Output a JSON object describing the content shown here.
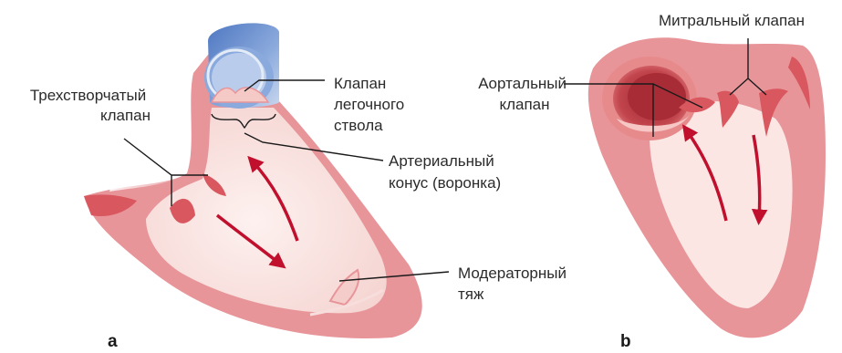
{
  "colors": {
    "wall_outer": "#e8959a",
    "wall_inner": "#f6d3d1",
    "cavity": "#fbe9e7",
    "dark_tissue": "#d9575f",
    "arrow": "#c0102e",
    "pulmonary_vessel": "#6f93d0",
    "pulmonary_inner": "#a9c0e6",
    "aorta": "#d9656b",
    "aorta_inner": "#b3303b",
    "leader_line": "#1a1a1a",
    "text": "#2b2b2b"
  },
  "panel_a": {
    "letter": "a",
    "labels": {
      "tricuspid_valve": [
        "Трехстворчатый",
        "клапан"
      ],
      "pulmonary_valve": [
        "Клапан",
        "легочного",
        "ствола"
      ],
      "arterial_cone": [
        "Артериальный",
        "конус (воронка)"
      ],
      "moderator_band": [
        "Модераторный",
        "тяж"
      ]
    }
  },
  "panel_b": {
    "letter": "b",
    "labels": {
      "mitral_valve": "Митральный клапан",
      "aortic_valve": [
        "Аортальный",
        "клапан"
      ]
    }
  }
}
